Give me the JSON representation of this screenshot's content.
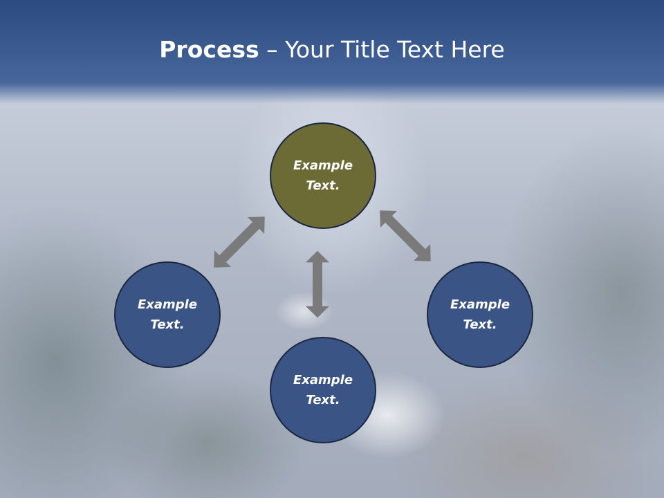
{
  "slide": {
    "title_bold": "Process",
    "title_rest": " – Your Title Text Here"
  },
  "nodes": [
    {
      "id": "top",
      "text": "Example Text.",
      "color": "#6d6b35"
    },
    {
      "id": "left",
      "text": "Example Text.",
      "color": "#3b5486"
    },
    {
      "id": "right",
      "text": "Example Text.",
      "color": "#3b5486"
    },
    {
      "id": "bottom",
      "text": "Example Text.",
      "color": "#3b5486"
    }
  ],
  "colors": {
    "title_bar": "#3e5d93",
    "arrow": "#7a7a7a"
  }
}
